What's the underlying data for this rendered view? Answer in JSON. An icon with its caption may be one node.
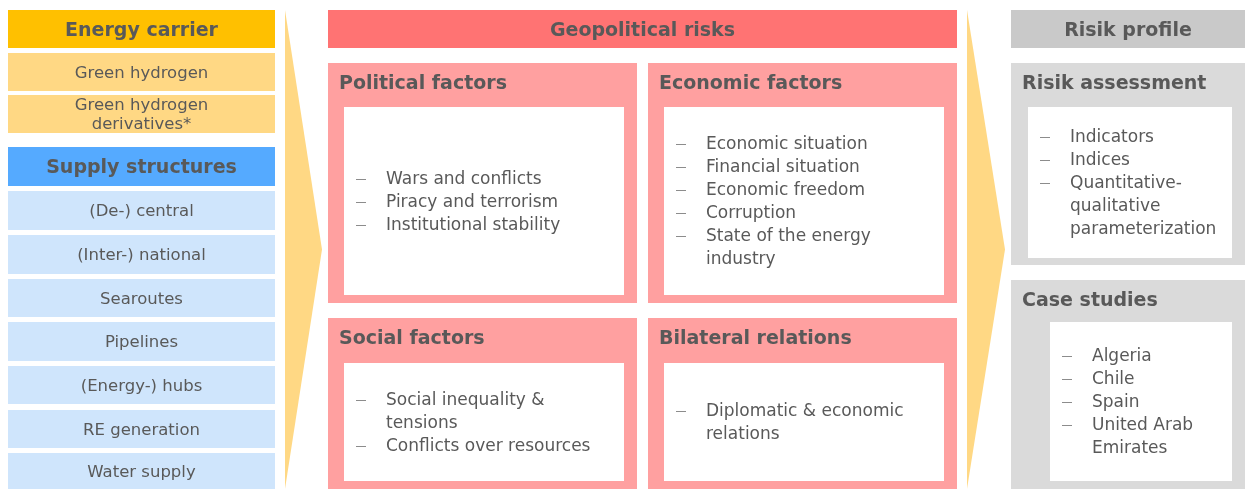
{
  "diagram": {
    "nodes": [
      {
        "text": [
          "Energy carrier"
        ]
      },
      {
        "text": [
          "Green hydrogen"
        ]
      },
      {
        "text": [
          "Green hydrogen derivatives*"
        ]
      },
      {
        "text": [
          "Supply structures"
        ]
      },
      {
        "text": [
          "(De-) central"
        ]
      },
      {
        "text": [
          "(Inter-) national"
        ]
      },
      {
        "text": [
          "Searoutes"
        ]
      },
      {
        "text": [
          "Pipelines"
        ]
      },
      {
        "text": [
          "(Energy-) hubs"
        ]
      },
      {
        "text": [
          "RE generation"
        ]
      },
      {
        "text": [
          "Water supply"
        ]
      },
      {
        "text": [
          "Geopolitical risks"
        ]
      },
      {
        "text": [
          "Political factors"
        ]
      },
      {
        "text": [
          "Wars and conflicts",
          "Piracy and terrorism",
          "Institutional stability"
        ],
        "in": 12
      },
      {
        "text": [
          "Economic factors"
        ]
      },
      {
        "text": [
          "Economic situation",
          "Financial situation",
          "Economic freedom",
          "Corruption",
          "State of the energy industry"
        ],
        "in": 14
      },
      {
        "text": [
          "Social factors"
        ]
      },
      {
        "text": [
          "Social inequality & tensions",
          "Conflicts over resources"
        ],
        "in": 16
      },
      {
        "text": [
          "Bilateral relations"
        ]
      },
      {
        "text": [
          "Diplomatic & economic relations"
        ],
        "in": 18
      },
      {
        "text": [
          "Risik profile"
        ]
      },
      {
        "text": [
          "Risik assessment"
        ]
      },
      {
        "text": [
          "Indicators",
          "Indices",
          "Quantitative-qualitative parameterization"
        ],
        "in": 21
      },
      {
        "text": [
          "Case studies"
        ]
      },
      {
        "text": [
          "Algeria",
          "Chile",
          "Spain",
          "United Arab Emirates"
        ],
        "in": 23
      },
      {
        "text": [],
        "shape": "chevron"
      },
      {
        "text": [],
        "shape": "chevron"
      }
    ]
  }
}
